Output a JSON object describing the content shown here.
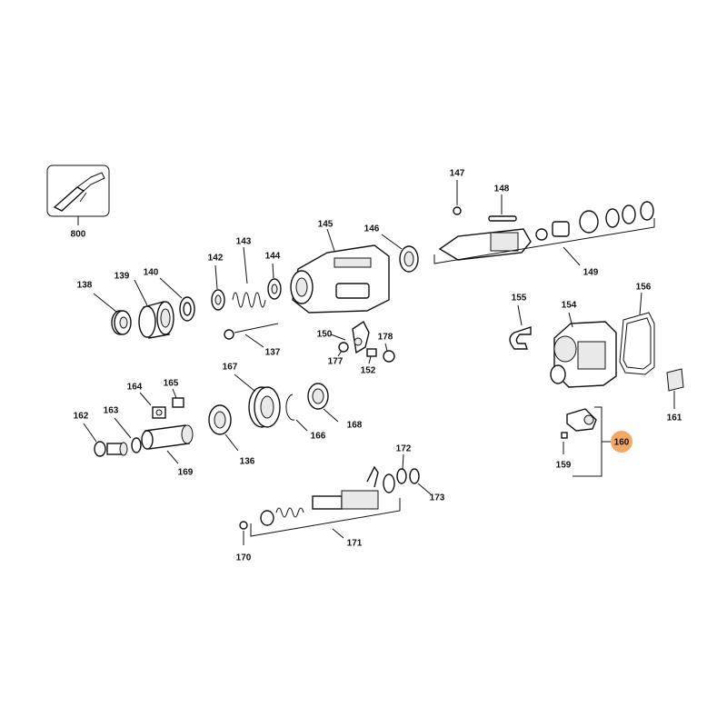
{
  "labels": {
    "800": "800",
    "147": "147",
    "148": "148",
    "145": "145",
    "146": "146",
    "143": "143",
    "142": "142",
    "144": "144",
    "149": "149",
    "138": "138",
    "139": "139",
    "140": "140",
    "155": "155",
    "154": "154",
    "156": "156",
    "137": "137",
    "150": "150",
    "178": "178",
    "177": "177",
    "152": "152",
    "167": "167",
    "164": "164",
    "165": "165",
    "162": "162",
    "163": "163",
    "166": "166",
    "168": "168",
    "169": "169",
    "136": "136",
    "161": "161",
    "160": "160",
    "159": "159",
    "172": "172",
    "173": "173",
    "170": "170",
    "171": "171"
  },
  "highlight_color": "#f5a862"
}
